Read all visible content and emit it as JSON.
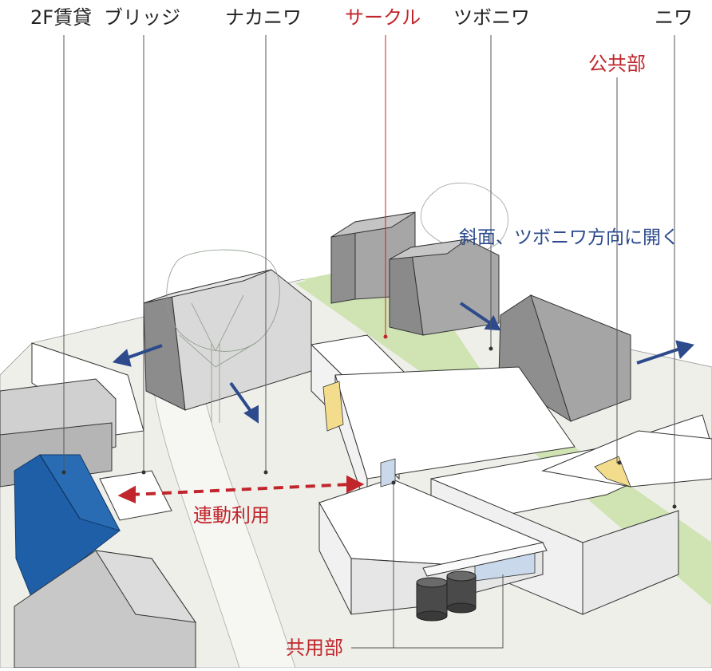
{
  "labels": {
    "rental": "2F賃貸",
    "bridge": "ブリッジ",
    "nakaniwa": "ナカニワ",
    "circle": "サークル",
    "tsuboniwa": "ツボニワ",
    "niwa": "ニワ",
    "public": "公共部",
    "slope_open": "斜面、ツボニワ方向に開く",
    "linked_use": "連動利用",
    "shared": "共用部"
  },
  "colors": {
    "accent_red": "#c0262b",
    "arrow_blue": "#2c4a8c",
    "rental_blue": "#1e5fa8",
    "green_strip": "#cfe3b3",
    "yellow_glass": "#f3dc8c",
    "light_blue_glass": "#c9d8ea"
  },
  "icons": [
    "tree-icon",
    "arrow-icon",
    "double-arrow-icon"
  ]
}
